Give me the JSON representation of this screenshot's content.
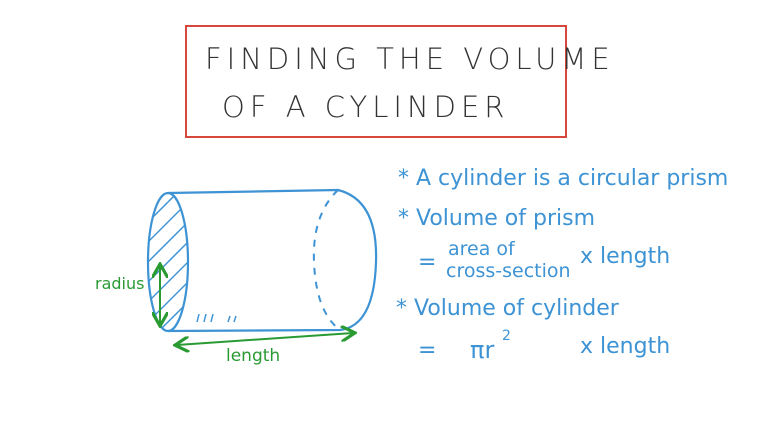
{
  "title": {
    "line1": "FINDING THE VOLUME",
    "line2": "OF A CYLINDER"
  },
  "diagram": {
    "radius_label": "radius",
    "length_label": "length"
  },
  "notes": {
    "point1": "* A cylinder is a circular prism",
    "point2": "* Volume of prism",
    "equals1": "=",
    "area_top": "area of",
    "area_bottom": "cross-section",
    "times1": "x  length",
    "point3": "* Volume of cylinder",
    "equals2": "=",
    "pi_r": "πr",
    "squared": "2",
    "times2": "x  length"
  },
  "colors": {
    "title_border": "#d7473b",
    "notes": "#3d93d4",
    "labels": "#2a9a33",
    "cylinder": "#3d93d4"
  }
}
